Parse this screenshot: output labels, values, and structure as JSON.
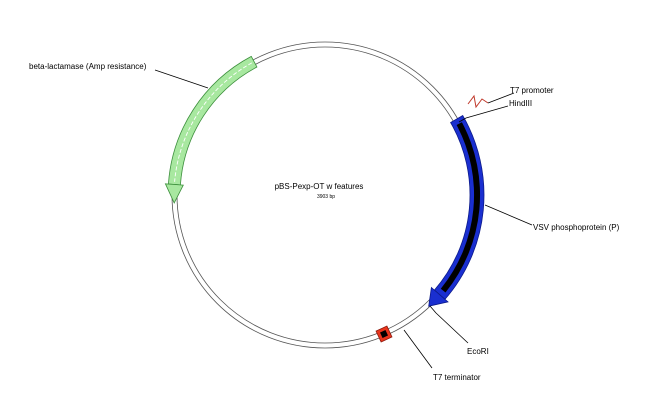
{
  "plasmid": {
    "name": "pBS-Pexp-OT w features",
    "length_text": "3903 bp"
  },
  "features": {
    "bla": {
      "label": "beta-lactamase (Amp resistance)",
      "color": "#a8e8a0",
      "accent": "#3c8f3c"
    },
    "t7_promoter": {
      "label": "T7 promoter",
      "color": "#c0392b"
    },
    "hindiii": {
      "label": "HindIII"
    },
    "vsv_p": {
      "label": "VSV phosphoprotein (P)",
      "color": "#1a2fd0",
      "core": "#000000"
    },
    "ecori": {
      "label": "EcoRI"
    },
    "t7_terminator": {
      "label": "T7 terminator",
      "color": "#e8341c"
    }
  }
}
